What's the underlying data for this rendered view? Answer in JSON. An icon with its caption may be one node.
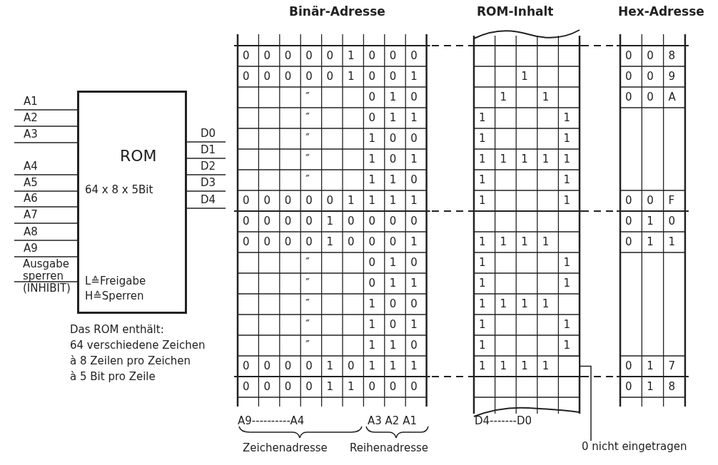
{
  "diagram": {
    "nodes": [
      {
        "text": [
          "ROM",
          "64 x 8 x 5Bit",
          "L≙Freigabe H≙Sperren"
        ]
      },
      {
        "text": [],
        "shape": "box"
      },
      {
        "text": [
          "0 nicht eingetragen"
        ]
      }
    ],
    "edges": [
      {
        "from": 2,
        "to": 1,
        "arrow": "none"
      }
    ],
    "labels": [
      "Binär-Adresse",
      "ROM-Inhalt",
      "Hex-Adresse",
      "A1",
      "A2",
      "A3",
      "A4",
      "A5",
      "A6",
      "A7",
      "A8",
      "A9",
      "Ausgabe sperren (INHIBIT)",
      "D0",
      "D1",
      "D2",
      "D3",
      "D4",
      "Das ROM enthält:",
      "64 verschiedene Zeichen",
      "à 8 Zeilen pro Zeichen",
      "à 5 Bit pro Zeile",
      "0",
      "0",
      "0",
      "0",
      "0",
      "1",
      "0",
      "0",
      "0",
      "0",
      "0",
      "0",
      "0",
      "0",
      "1",
      "0",
      "0",
      "1",
      "″",
      "0",
      "1",
      "0",
      "″",
      "0",
      "1",
      "1",
      "″",
      "1",
      "0",
      "0",
      "″",
      "1",
      "0",
      "1",
      "″",
      "1",
      "1",
      "0",
      "0",
      "0",
      "0",
      "0",
      "0",
      "1",
      "1",
      "1",
      "1",
      "0",
      "0",
      "0",
      "0",
      "1",
      "0",
      "0",
      "0",
      "0",
      "0",
      "0",
      "0",
      "0",
      "1",
      "0",
      "0",
      "0",
      "1",
      "″",
      "0",
      "1",
      "0",
      "″",
      "0",
      "1",
      "1",
      "″",
      "1",
      "0",
      "0",
      "″",
      "1",
      "0",
      "1",
      "″",
      "1",
      "1",
      "0",
      "0",
      "0",
      "0",
      "0",
      "1",
      "0",
      "1",
      "1",
      "1",
      "0",
      "0",
      "0",
      "0",
      "1",
      "1",
      "0",
      "0",
      "0",
      "1",
      "1",
      "1",
      "1",
      "1",
      "1",
      "1",
      "1",
      "1",
      "1",
      "1",
      "1",
      "1",
      "1",
      "1",
      "1",
      "1",
      "1",
      "1",
      "1",
      "1",
      "1",
      "1",
      "1",
      "1",
      "1",
      "1",
      "1",
      "1",
      "1",
      "1",
      "1",
      "1",
      "1",
      "1",
      "1",
      "0",
      "0",
      "8",
      "0",
      "0",
      "9",
      "0",
      "0",
      "A",
      "0",
      "0",
      "F",
      "0",
      "1",
      "0",
      "0",
      "1",
      "1",
      "0",
      "1",
      "7",
      "0",
      "1",
      "8",
      "A9----------A4",
      "A3 A2 A1",
      "D4-------D0",
      "Zeichenadresse",
      "Reihenadresse"
    ]
  }
}
